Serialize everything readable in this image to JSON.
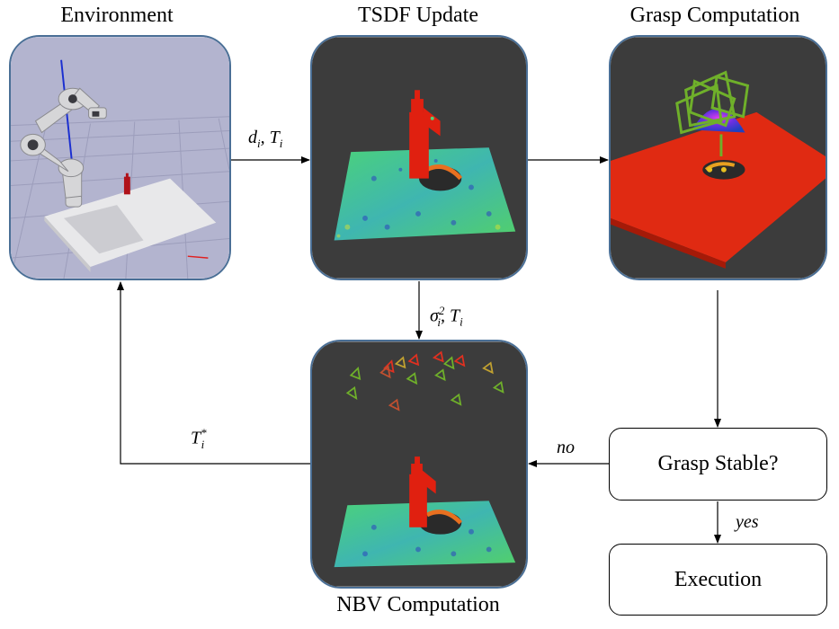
{
  "titles": {
    "environment": "Environment",
    "tsdf": "TSDF Update",
    "grasp": "Grasp Computation",
    "nbv": "NBV Computation"
  },
  "boxes": {
    "grasp_stable": "Grasp Stable?",
    "execution": "Execution"
  },
  "edge_labels": {
    "env_to_tsdf": {
      "base1": "d",
      "sub1": "i",
      "sep": ", ",
      "base2": "T",
      "sub2": "i"
    },
    "tsdf_to_nbv": {
      "base1": "σ",
      "sup1": "2",
      "sub1": "i",
      "sep": ", ",
      "base2": "T",
      "sub2": "i"
    },
    "nbv_to_env": {
      "base": "T",
      "sup": "*",
      "sub": "i"
    },
    "no": "no",
    "yes": "yes"
  },
  "colors": {
    "panel_border": "#4a6f96",
    "env_bg": "#b3b4cf",
    "viewer_bg": "#3c3c3c",
    "tsdf_red": "#e02010",
    "grasp_green": "#6fb02a"
  }
}
